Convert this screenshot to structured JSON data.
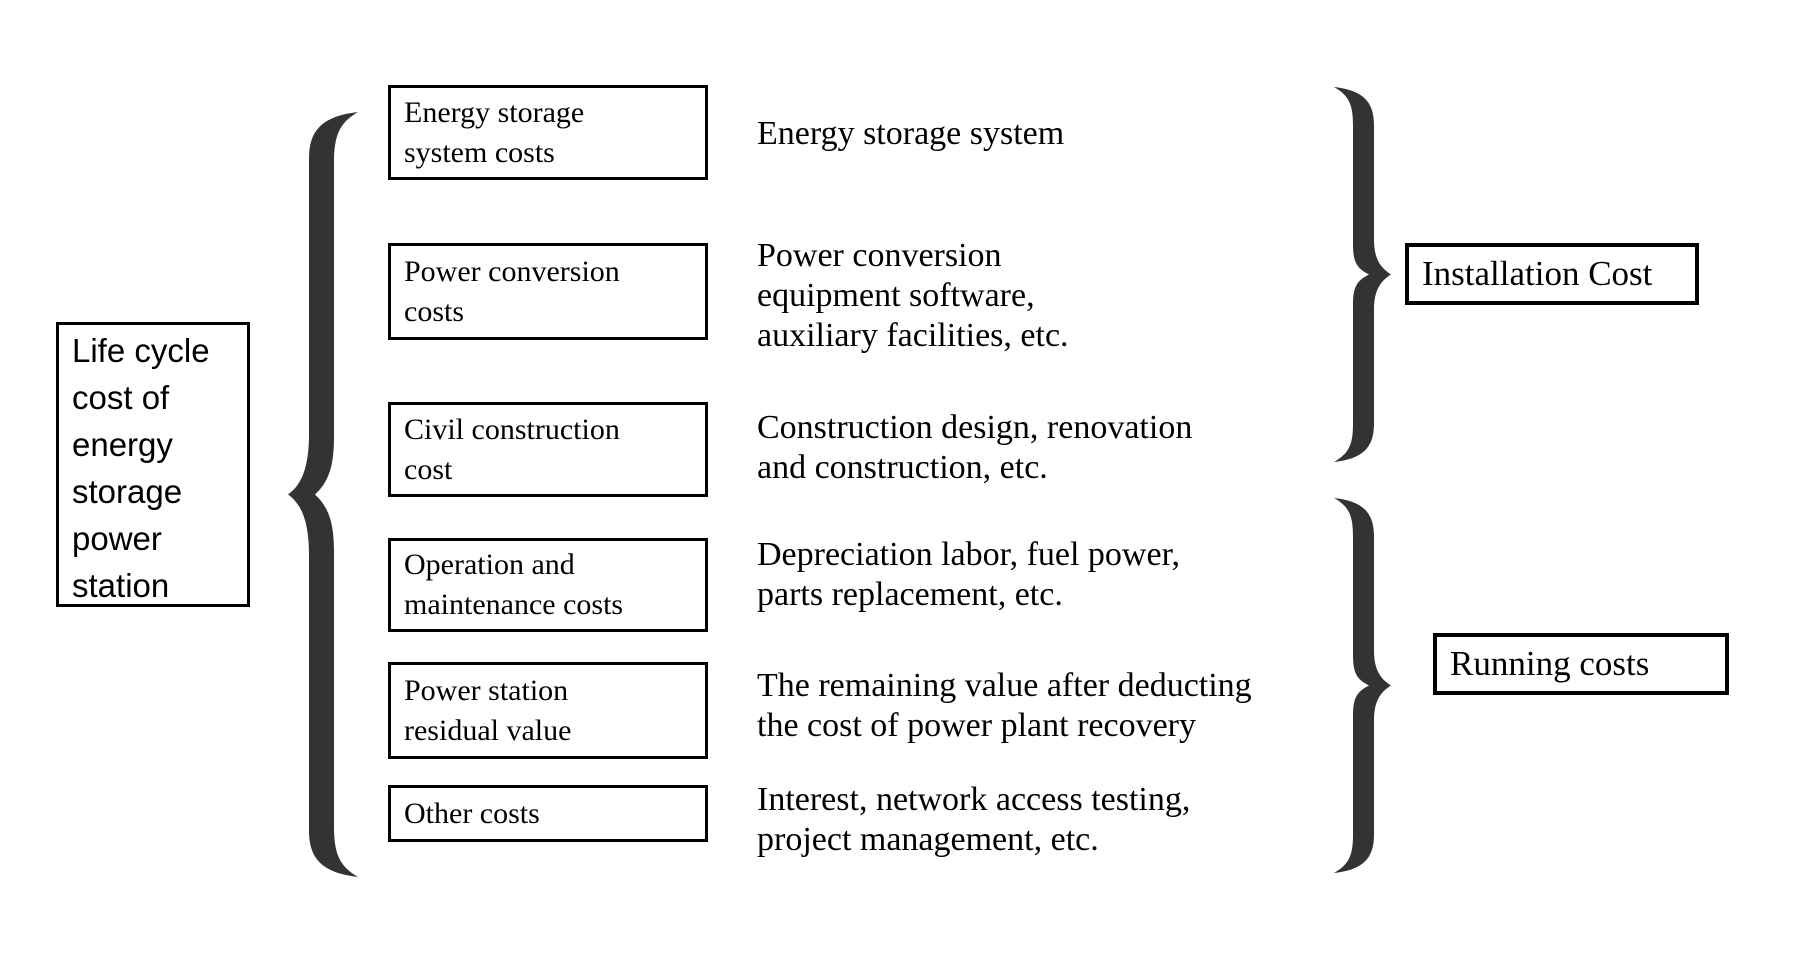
{
  "diagram": {
    "root": {
      "label": "Life cycle\ncost of\nenergy\nstorage\npower\nstation"
    },
    "items": [
      {
        "label": "Energy storage\nsystem costs",
        "description": "Energy storage system"
      },
      {
        "label": "Power conversion\ncosts",
        "description": "Power conversion\nequipment software,\nauxiliary facilities, etc."
      },
      {
        "label": "Civil construction\ncost",
        "description": "Construction design, renovation\nand construction, etc."
      },
      {
        "label": "Operation and\nmaintenance costs",
        "description": "Depreciation labor, fuel power,\nparts replacement, etc."
      },
      {
        "label": "Power station\nresidual value",
        "description": "The remaining value after deducting\nthe cost of power plant recovery"
      },
      {
        "label": "Other costs",
        "description": "Interest, network access testing,\nproject management, etc."
      }
    ],
    "groups": [
      {
        "label": "Installation Cost"
      },
      {
        "label": "Running costs"
      }
    ],
    "colors": {
      "background": "#ffffff",
      "brace": "#333333",
      "box_border": "#000000",
      "text": "#000000"
    }
  }
}
